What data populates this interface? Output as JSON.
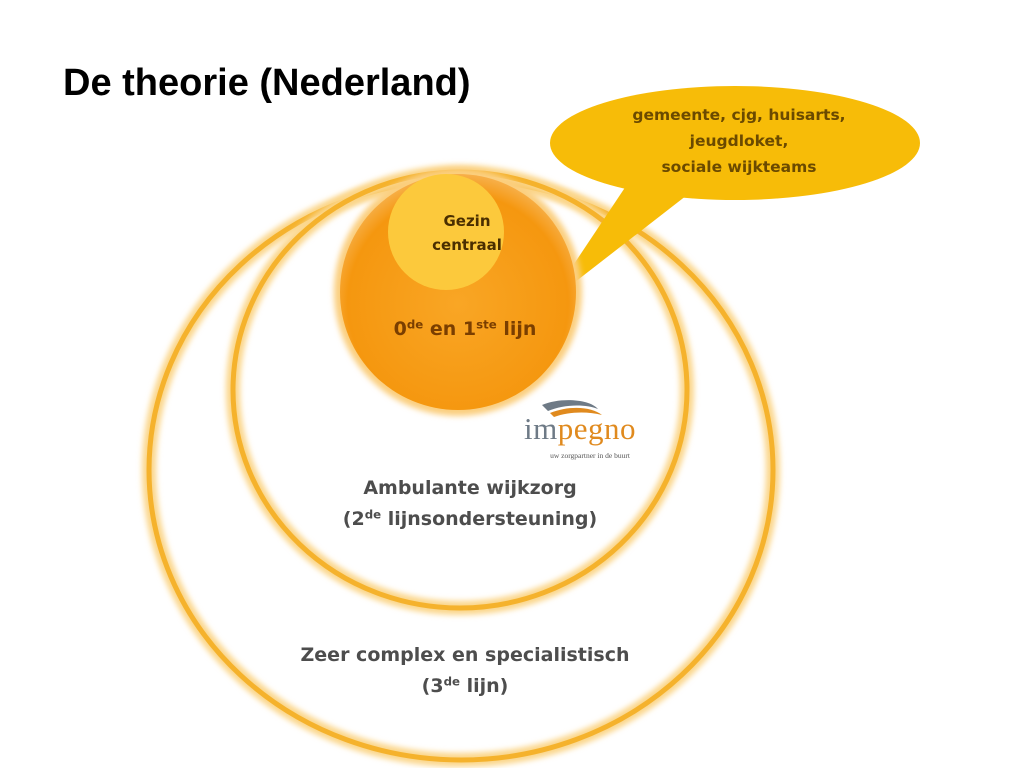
{
  "slide": {
    "title": "De theorie (Nederland)"
  },
  "callout": {
    "line1": "gemeente, cjg, huisarts,",
    "line2": "jeugdloket,",
    "line3": "sociale wijkteams"
  },
  "core": {
    "line1": "Gezin",
    "line2": "centraal"
  },
  "first_line": {
    "n0": "0",
    "sup0": "de",
    "mid": " en 1",
    "sup1": "ste",
    "tail": " lijn"
  },
  "middle_ring": {
    "line1": "Ambulante wijkzorg",
    "pre": "(2",
    "sup": "de",
    "post": " lijnsondersteuning)"
  },
  "outer_ring": {
    "line1": "Zeer complex en specialistisch",
    "pre": "(3",
    "sup": "de",
    "post": " lijn)"
  },
  "logo": {
    "word_a": "im",
    "word_b": "pegno",
    "tagline": "uw zorgpartner in de buurt"
  },
  "colors": {
    "ring": "#f7b733",
    "core_orange": "#f7a11a",
    "center_light": "#fcc93c",
    "callout": "#f7bc08"
  }
}
